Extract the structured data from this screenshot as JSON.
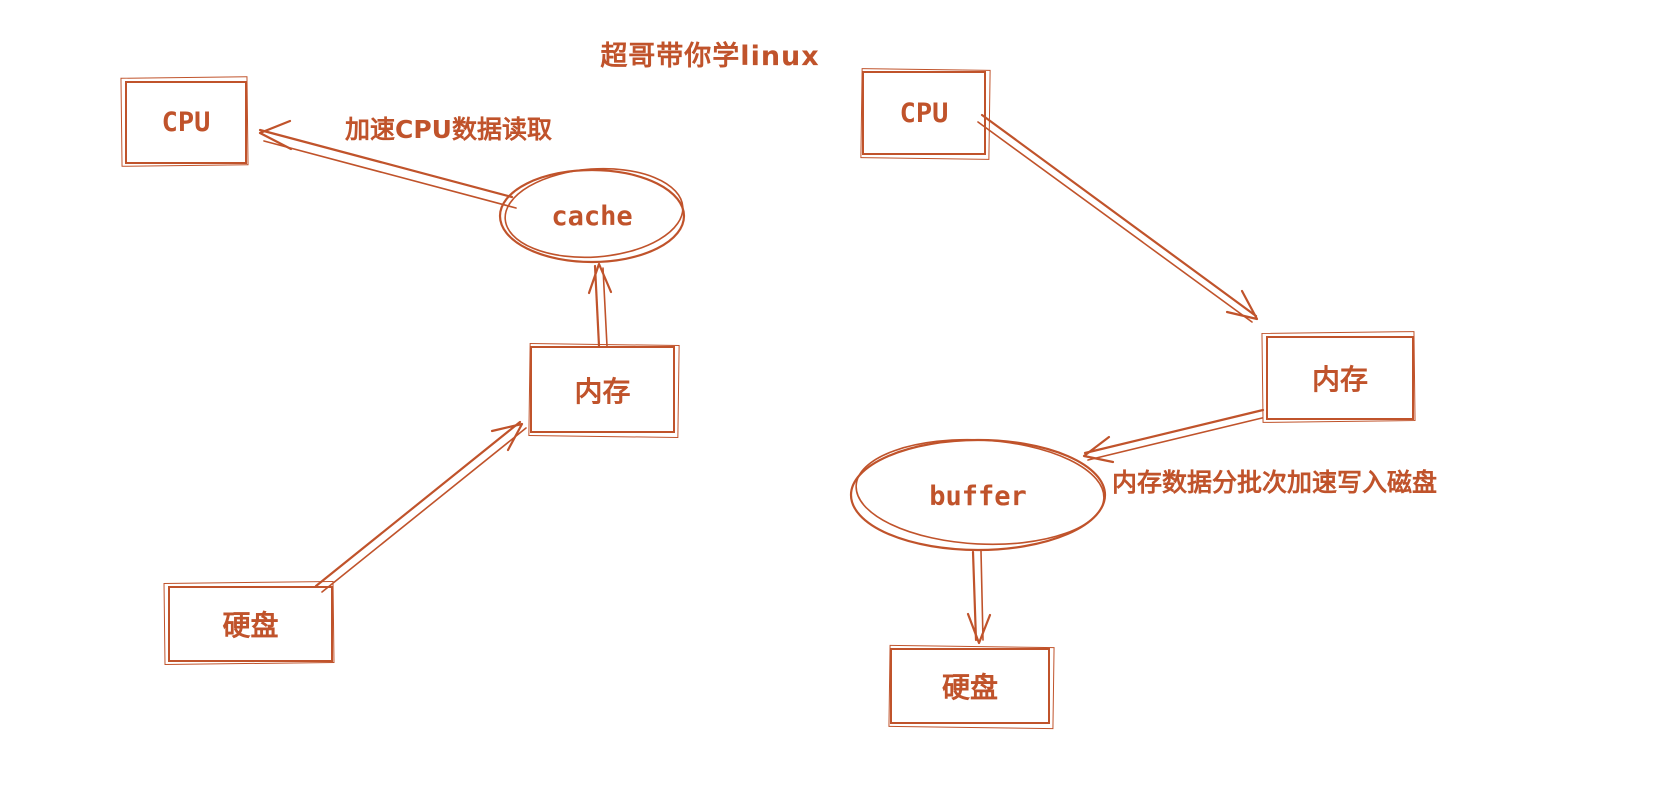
{
  "page": {
    "title": "超哥带你学linux",
    "accent_color": "#c0532b",
    "background_color": "#ffffff"
  },
  "left_flow": {
    "cpu": "CPU",
    "cache": "cache",
    "memory": "内存",
    "disk": "硬盘",
    "cache_to_cpu_label": "加速CPU数据读取"
  },
  "right_flow": {
    "cpu": "CPU",
    "buffer": "buffer",
    "memory": "内存",
    "disk": "硬盘",
    "memory_to_disk_label": "内存数据分批次加速写入磁盘"
  }
}
